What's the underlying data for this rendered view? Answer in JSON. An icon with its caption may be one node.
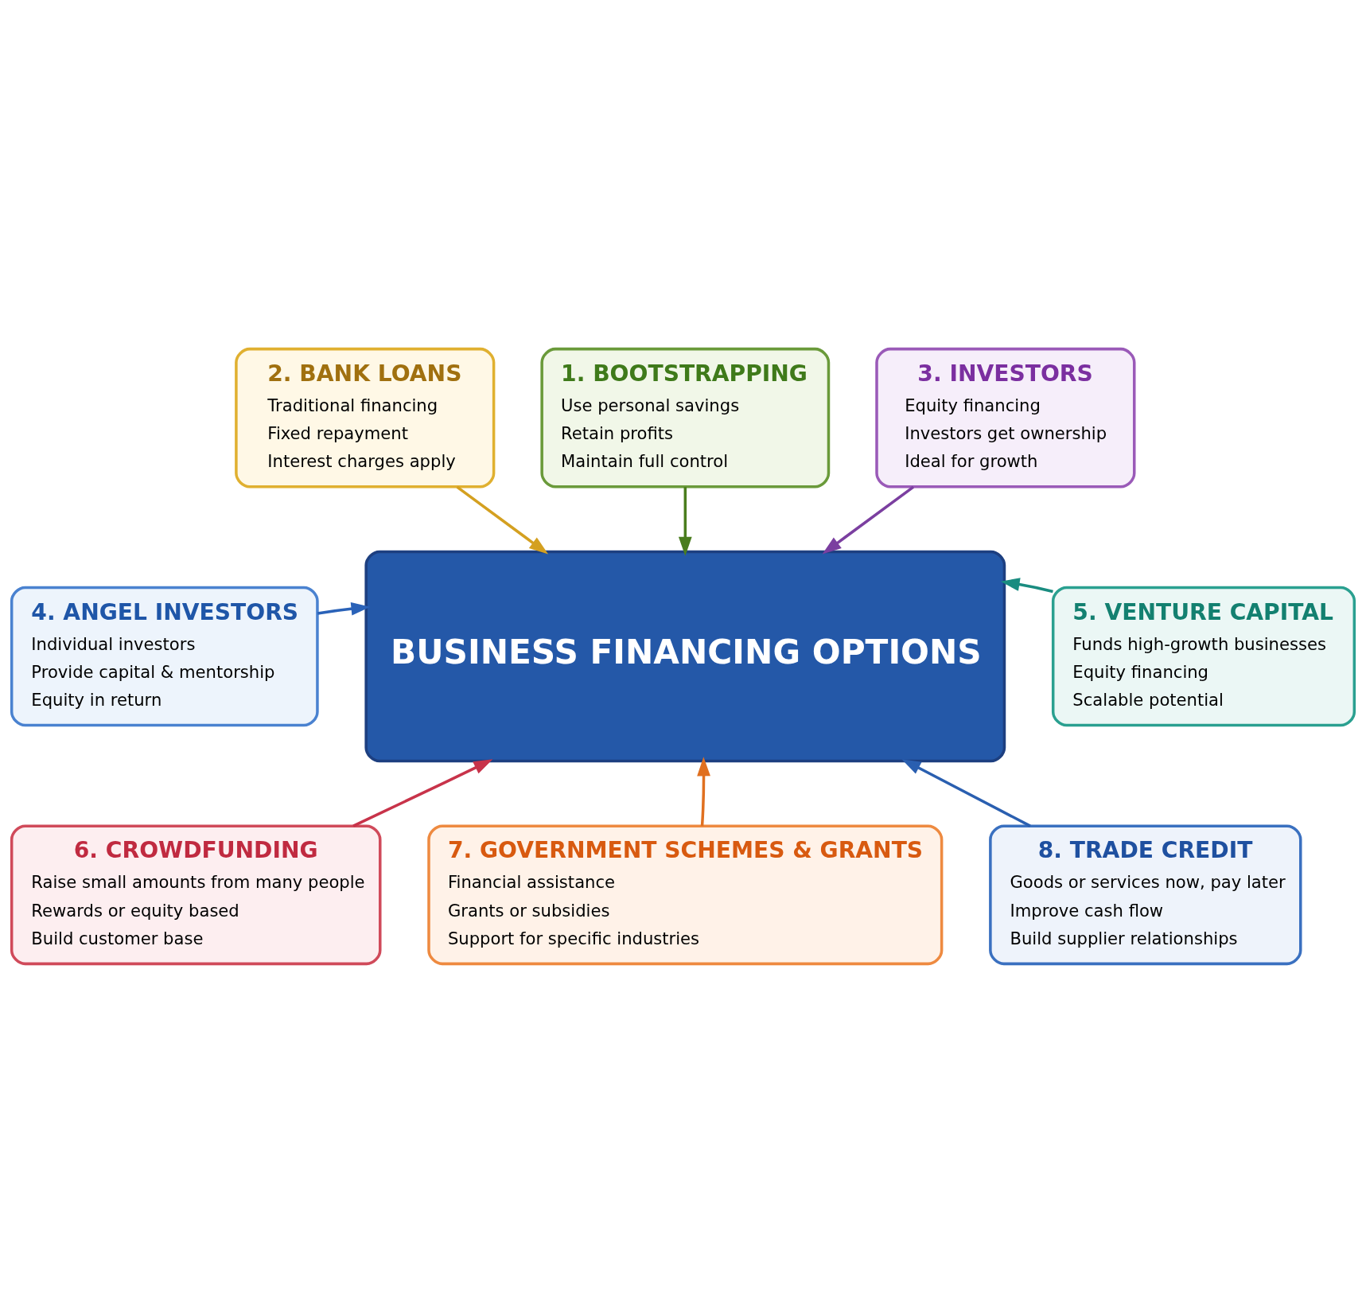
{
  "diagram": {
    "nodes": [
      {
        "text": [
          "1. BOOTSTRAPPING",
          "Use personal savings",
          "Retain profits",
          "Maintain full control"
        ]
      },
      {
        "text": [
          "2. BANK LOANS",
          "Traditional financing",
          "Fixed repayment",
          "Interest charges apply"
        ]
      },
      {
        "text": [
          "3. INVESTORS",
          "Equity financing",
          "Investors get ownership",
          "Ideal for growth"
        ]
      },
      {
        "text": [
          "4. ANGEL INVESTORS",
          "Individual investors",
          "Provide capital & mentorship",
          "Equity in return"
        ]
      },
      {
        "text": [
          "BUSINESS FINANCING OPTIONS"
        ]
      },
      {
        "text": [
          "5. VENTURE CAPITAL",
          "Funds high-growth businesses",
          "Equity financing",
          "Scalable potential"
        ]
      },
      {
        "text": [
          "6. CROWDFUNDING",
          "Raise small amounts from many people",
          "Rewards or equity based",
          "Build customer base"
        ]
      },
      {
        "text": [
          "7. GOVERNMENT SCHEMES & GRANTS",
          "Financial assistance",
          "Grants or subsidies",
          "Support for specific industries"
        ]
      },
      {
        "text": [
          "8. TRADE CREDIT",
          "Goods or services now, pay later",
          "Improve cash flow",
          "Build supplier relationships"
        ]
      }
    ],
    "edges": [
      {
        "from": 0,
        "to": 4,
        "arrow": "to",
        "color": "#4a7d1e"
      },
      {
        "from": 1,
        "to": 4,
        "arrow": "to",
        "color": "#d4a020"
      },
      {
        "from": 2,
        "to": 4,
        "arrow": "to",
        "color": "#7b3fa0"
      },
      {
        "from": 3,
        "to": 4,
        "arrow": "to",
        "color": "#2a62b8"
      },
      {
        "from": 5,
        "to": 4,
        "arrow": "to",
        "color": "#1a8c80"
      },
      {
        "from": 6,
        "to": 4,
        "arrow": "to",
        "color": "#c8334a"
      },
      {
        "from": 7,
        "to": 4,
        "arrow": "to",
        "color": "#e07020"
      },
      {
        "from": 8,
        "to": 4,
        "arrow": "to",
        "color": "#2a5fb0"
      }
    ]
  }
}
